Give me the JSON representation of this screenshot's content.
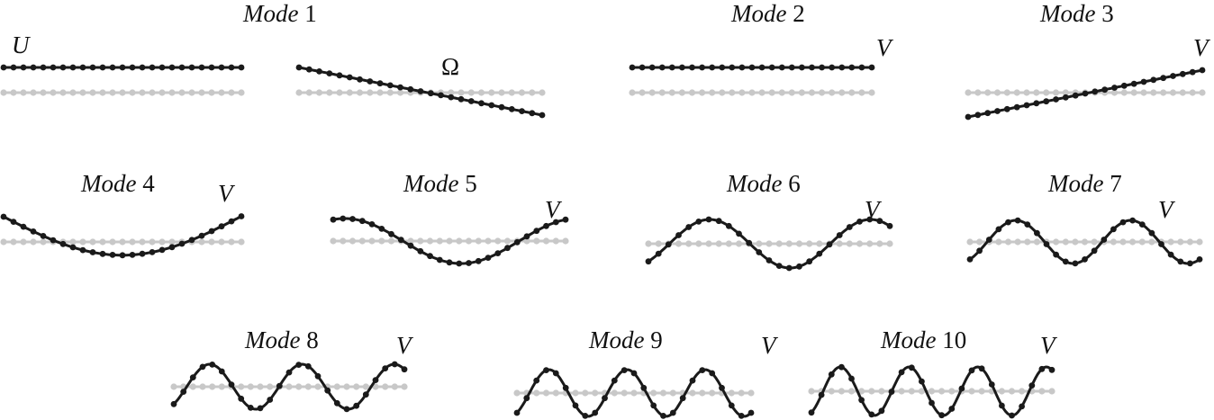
{
  "modes": [
    {
      "word": "Mode",
      "num": "1"
    },
    {
      "word": "Mode",
      "num": "2"
    },
    {
      "word": "Mode",
      "num": "3"
    },
    {
      "word": "Mode",
      "num": "4"
    },
    {
      "word": "Mode",
      "num": "5"
    },
    {
      "word": "Mode",
      "num": "6"
    },
    {
      "word": "Mode",
      "num": "7"
    },
    {
      "word": "Mode",
      "num": "8"
    },
    {
      "word": "Mode",
      "num": "9"
    },
    {
      "word": "Mode",
      "num": "10"
    }
  ],
  "symbols": {
    "u": "U",
    "omega": "Ω",
    "v": "V"
  },
  "colors": {
    "deformed": "#1a1a1a",
    "reference": "#c8c8c8"
  }
}
